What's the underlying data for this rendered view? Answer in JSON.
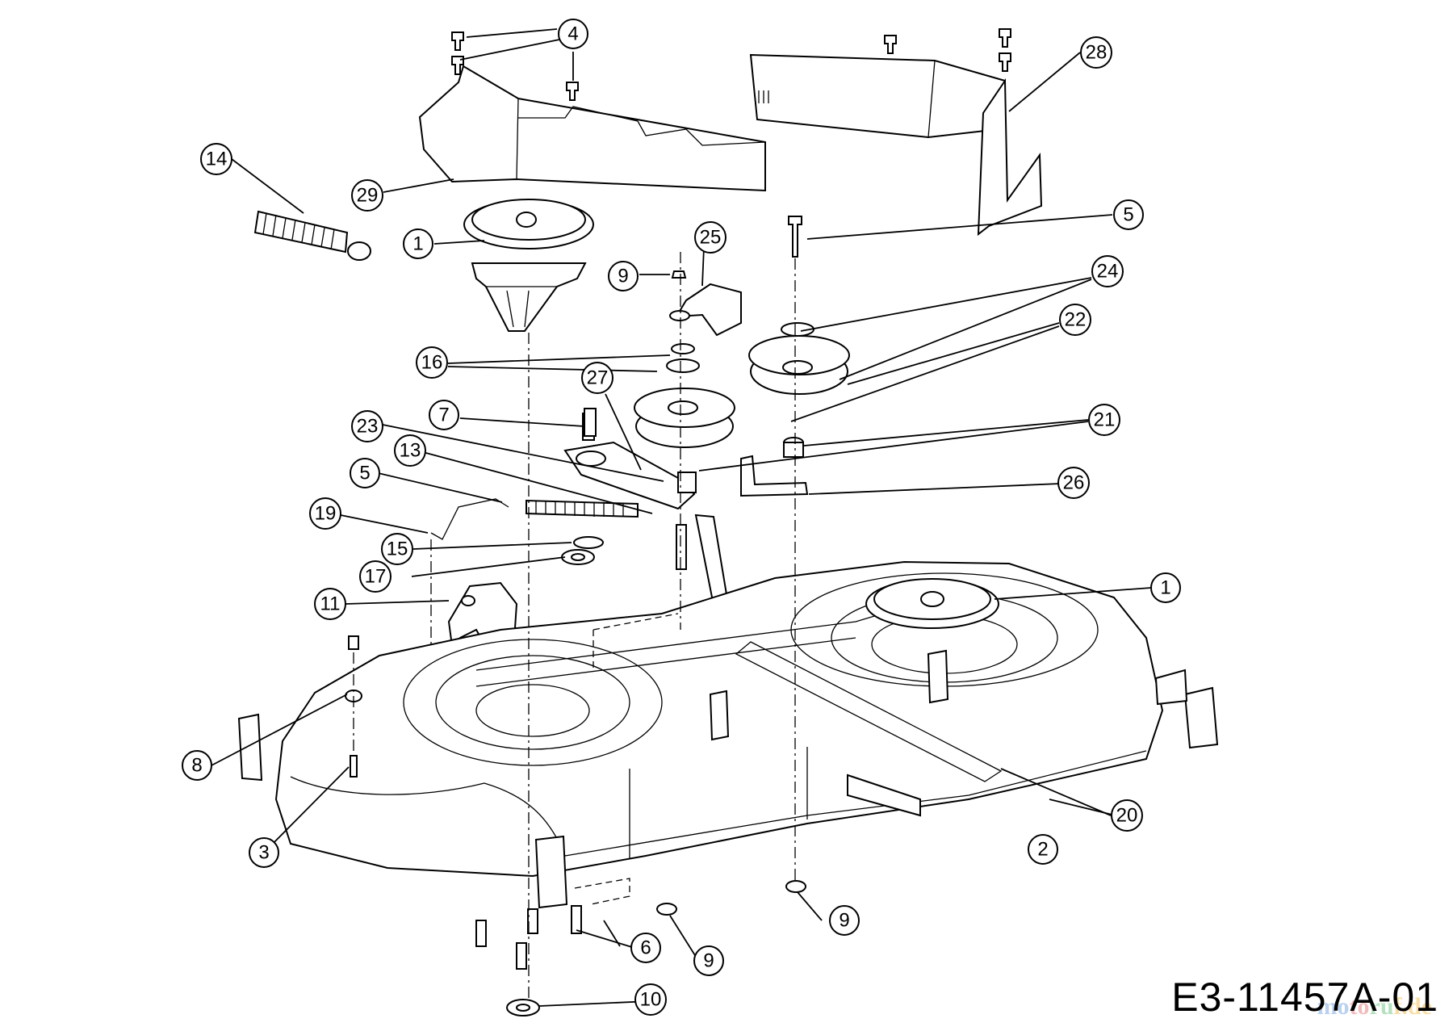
{
  "diagram": {
    "drawing_number": "E3-11457A-01",
    "watermark": [
      "mo",
      "to",
      "ru",
      "f.de"
    ],
    "callouts": [
      "1",
      "2",
      "3",
      "4",
      "5",
      "6",
      "7",
      "8",
      "9",
      "10",
      "11",
      "13",
      "14",
      "15",
      "16",
      "17",
      "19",
      "20",
      "21",
      "22",
      "23",
      "24",
      "25",
      "26",
      "27",
      "28",
      "29"
    ]
  }
}
